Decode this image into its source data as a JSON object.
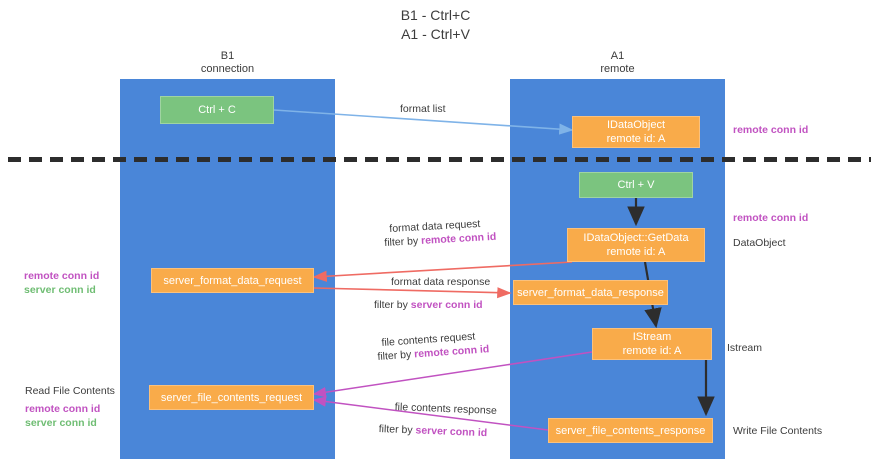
{
  "title": "B1 - Ctrl+C\nA1 - Ctrl+V",
  "lanes": [
    {
      "id": "b1",
      "title": "B1\nconnection"
    },
    {
      "id": "a1",
      "title": "A1\nremote"
    }
  ],
  "nodes": [
    {
      "id": "ctrl-c",
      "line1": "Ctrl + C",
      "line2": "",
      "color": "green"
    },
    {
      "id": "idataobject",
      "line1": "IDataObject",
      "line2": "remote id: A",
      "color": "orange"
    },
    {
      "id": "ctrl-v",
      "line1": "Ctrl + V",
      "line2": "",
      "color": "green"
    },
    {
      "id": "idataobject-getdata",
      "line1": "IDataObject::GetData",
      "line2": "remote id: A",
      "color": "orange"
    },
    {
      "id": "server-format-data-request",
      "line1": "server_format_data_request",
      "line2": "",
      "color": "orange"
    },
    {
      "id": "server-format-data-response",
      "line1": "server_format_data_response",
      "line2": "",
      "color": "orange"
    },
    {
      "id": "istream",
      "line1": "IStream",
      "line2": "remote id: A",
      "color": "orange"
    },
    {
      "id": "server-file-contents-request",
      "line1": "server_file_contents_request",
      "line2": "",
      "color": "orange"
    },
    {
      "id": "server-file-contents-response",
      "line1": "server_file_contents_response",
      "line2": "",
      "color": "orange"
    }
  ],
  "edges": {
    "format_list": "format list",
    "format_data_request": "format data request",
    "format_data_request_filter_prefix": "filter by ",
    "format_data_request_filter_value": "remote conn id",
    "format_data_response": "format data response",
    "format_data_response_filter_prefix": "filter by ",
    "format_data_response_filter_value": "server conn id",
    "file_contents_request": "file contents request",
    "file_contents_request_filter_prefix": "filter by ",
    "file_contents_request_filter_value": "remote conn id",
    "file_contents_response": "file contents response",
    "file_contents_response_filter_prefix": "filter by ",
    "file_contents_response_filter_value": "server conn id"
  },
  "annotations": {
    "right_remote_conn_id_top": "remote conn id",
    "right_remote_conn_id_mid": "remote conn id",
    "right_dataobject": "DataObject",
    "right_istream": "Istream",
    "right_write_file_contents": "Write File Contents",
    "left_remote_conn_id": "remote conn id",
    "left_server_conn_id": "server conn id",
    "left_read_file_contents": "Read File Contents",
    "left_bottom_remote_conn_id": "remote conn id",
    "left_bottom_server_conn_id": "server conn id"
  },
  "colors": {
    "lane": "#4a86d8",
    "green_node": "#7bc47f",
    "orange_node": "#f9ab4a",
    "purple_text": "#c152c1",
    "green_text": "#6fbd73",
    "blue_arrow": "#7fb3e8",
    "red_arrow": "#ef6b63",
    "magenta_arrow": "#c152c1",
    "dark_arrow": "#2d2d2d"
  }
}
